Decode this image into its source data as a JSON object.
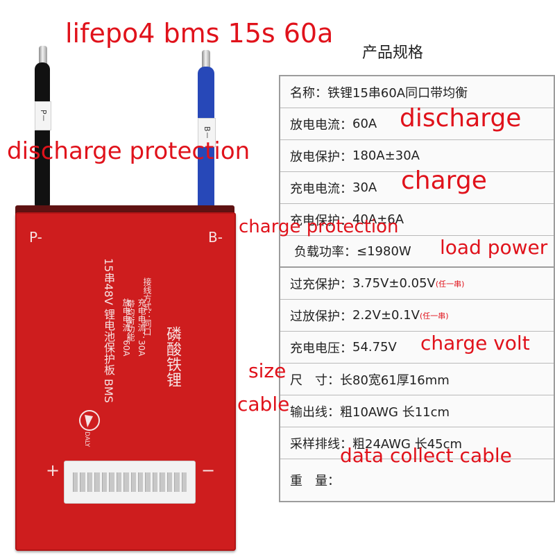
{
  "headline": "lifepo4 bms 15s 60a",
  "spec_title": "产品规格",
  "overlay_labels": {
    "discharge_protection": "discharge protection",
    "discharge": "discharge",
    "charge": "charge",
    "charge_protection": "charge protection",
    "load_power": "load power",
    "charge_volt": "charge volt",
    "size": "size",
    "cable": "cable",
    "data_collect_cable": "data collect cable"
  },
  "spec_rows": [
    {
      "label": "名称：",
      "value": "铁锂15串60A同口带均衡",
      "note": ""
    },
    {
      "label": "放电电流：",
      "value": "60A",
      "note": ""
    },
    {
      "label": "放电保护：",
      "value": "180A±30A",
      "note": ""
    },
    {
      "label": "充电电流：",
      "value": "30A",
      "note": ""
    },
    {
      "label": "充电保护：",
      "value": "40A±6A",
      "note": ""
    },
    {
      "label": "负载功率：",
      "value": "≤1980W",
      "note": ""
    },
    {
      "label": "过充保护：",
      "value": "3.75V±0.05V",
      "note": "(任一串)"
    },
    {
      "label": "过放保护：",
      "value": "2.2V±0.1V",
      "note": "(任一串)"
    },
    {
      "label": "充电电压：",
      "value": "54.75V",
      "note": ""
    },
    {
      "label": "尺　寸：",
      "value": "长80宽61厚16mm",
      "note": ""
    },
    {
      "label": "输出线：",
      "value": "粗10AWG 长11cm",
      "note": ""
    },
    {
      "label": "采样排线：",
      "value": "粗24AWG 长45cm",
      "note": ""
    },
    {
      "label": "重　量：",
      "value": "",
      "note": ""
    }
  ],
  "board": {
    "p_minus": "P-",
    "b_minus": "B-",
    "plus": "+",
    "minus": "−",
    "title_line": "15串48V 锂电池保护板 BMS",
    "discharge_line": "放电电流：60A",
    "balance_line": "带均衡功能",
    "charge_line": "充电电流：30A",
    "wiring_line": "接线方式：同口",
    "chem": "磷酸铁锂",
    "brand": "DALY",
    "wire_label_p": "P－",
    "wire_label_b": "B－"
  },
  "colors": {
    "annotation": "#e0121b",
    "board_red": "#ce1d1e",
    "wire_black": "#111111",
    "wire_blue": "#2748b8"
  },
  "icons": {
    "brand_logo": "daly-logo-icon"
  }
}
